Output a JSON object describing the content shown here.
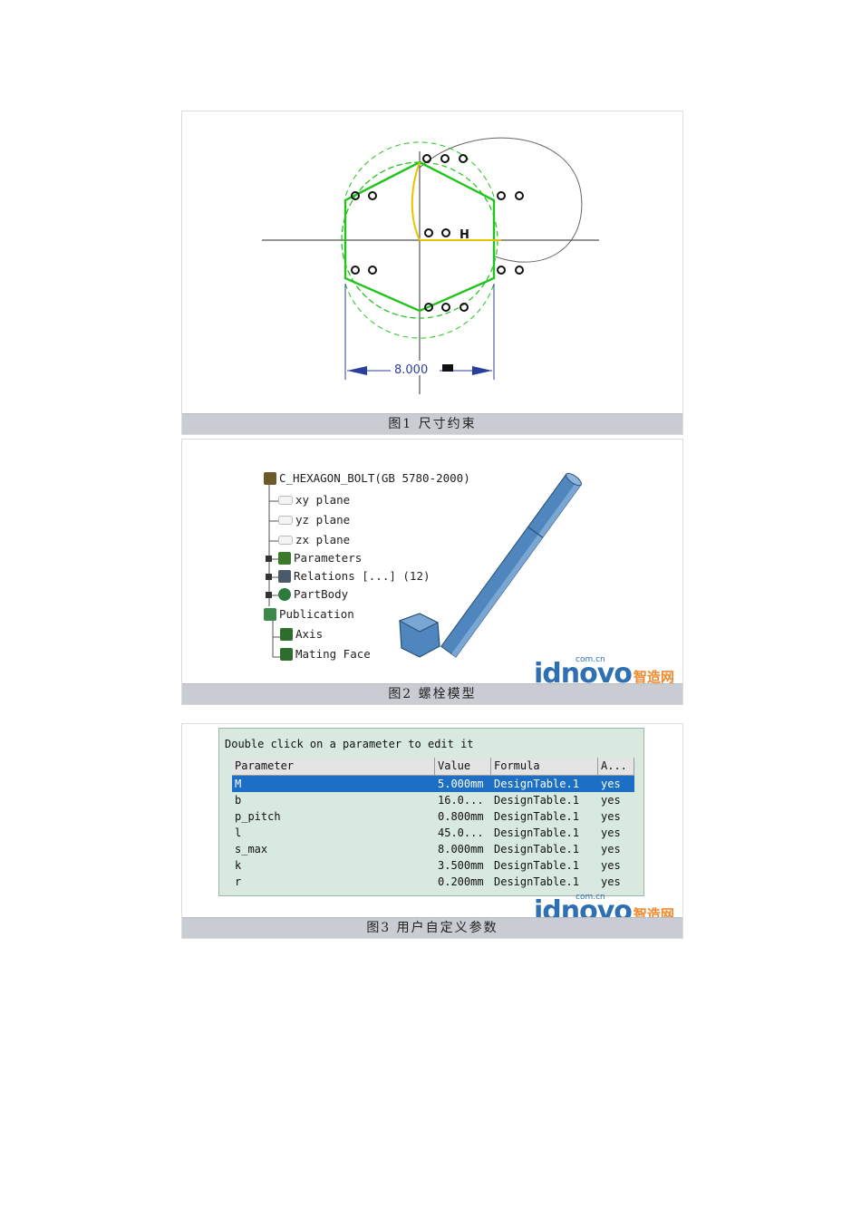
{
  "figure1": {
    "caption": "图1  尺寸约束",
    "dimension_label": "8.000",
    "constraint_h_label": "H"
  },
  "figure2": {
    "caption": "图2  螺栓模型",
    "tree": {
      "root": "C_HEXAGON_BOLT(GB 5780-2000)",
      "items": [
        {
          "label": "xy plane",
          "icon": "plane-icon"
        },
        {
          "label": "yz plane",
          "icon": "plane-icon"
        },
        {
          "label": "zx plane",
          "icon": "plane-icon"
        },
        {
          "label": "Parameters",
          "icon": "parameters-icon"
        },
        {
          "label": "Relations [...] (12)",
          "icon": "relations-icon"
        },
        {
          "label": "PartBody",
          "icon": "partbody-icon"
        },
        {
          "label": "Publication",
          "icon": "publication-icon"
        },
        {
          "label": "Axis",
          "icon": "axis-icon"
        },
        {
          "label": "Mating Face",
          "icon": "mating-face-icon"
        }
      ]
    },
    "watermark": {
      "main": "idnovo",
      "cn": "智造网",
      "domain": "com.cn"
    }
  },
  "figure3": {
    "caption": "图3  用户自定义参数",
    "prompt": "Double click on a parameter to edit it",
    "columns": [
      "Parameter",
      "Value",
      "Formula",
      "A..."
    ],
    "rows": [
      [
        "M",
        "5.000mm",
        "DesignTable.1",
        "yes"
      ],
      [
        "b",
        "16.0...",
        "DesignTable.1",
        "yes"
      ],
      [
        "p_pitch",
        "0.800mm",
        "DesignTable.1",
        "yes"
      ],
      [
        "l",
        "45.0...",
        "DesignTable.1",
        "yes"
      ],
      [
        "s_max",
        "8.000mm",
        "DesignTable.1",
        "yes"
      ],
      [
        "k",
        "3.500mm",
        "DesignTable.1",
        "yes"
      ],
      [
        "r",
        "0.200mm",
        "DesignTable.1",
        "yes"
      ]
    ],
    "selected_row": 0,
    "watermark": {
      "main": "idnovo",
      "cn": "智造网",
      "domain": "com.cn"
    }
  },
  "colors": {
    "sketch_green": "#22c41c",
    "dimension_blue": "#2a3f9c",
    "axis_gray": "#555555",
    "bolt_blue": "#4f86bd",
    "selection_blue": "#1c6fc4",
    "table_bg": "#d8e9df"
  }
}
